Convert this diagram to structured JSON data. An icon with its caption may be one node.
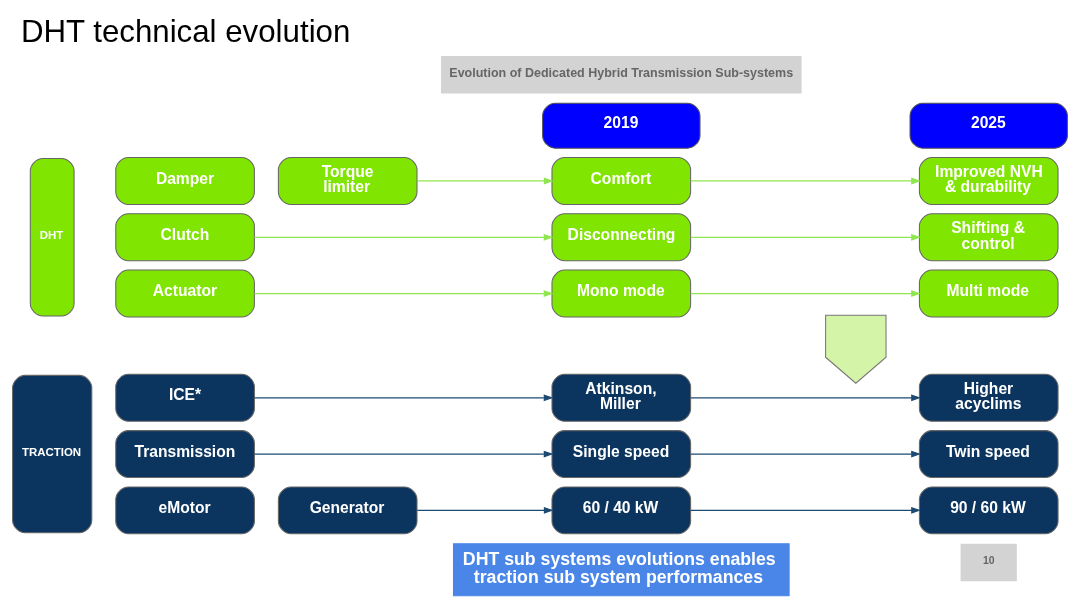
{
  "diagram": {
    "title": "DHT technical evolution",
    "nodes": [
      {
        "text": [
          "2019"
        ]
      },
      {
        "text": [
          "2025"
        ]
      },
      {
        "text": [
          "DHT"
        ]
      },
      {
        "text": [
          "Damper"
        ]
      },
      {
        "text": [
          "Torque limiter"
        ]
      },
      {
        "text": [
          "Comfort"
        ]
      },
      {
        "text": [],
        "shape": "arrow"
      },
      {
        "text": [
          "Improved NVH & durability"
        ]
      },
      {
        "text": [
          "Clutch"
        ]
      },
      {
        "text": [
          "Disconnecting"
        ]
      },
      {
        "text": [
          "Shifting & control"
        ]
      },
      {
        "text": [
          "Actuator"
        ]
      },
      {
        "text": [
          "Mono mode"
        ]
      },
      {
        "text": [
          "Multi mode"
        ]
      },
      {
        "text": [
          "TRACTION"
        ]
      },
      {
        "text": [
          "ICE*"
        ]
      },
      {
        "text": [
          "Atkinson, Miller"
        ]
      },
      {
        "text": [
          "Higher acyclims"
        ]
      },
      {
        "text": [
          "Transmission"
        ]
      },
      {
        "text": [
          "Single speed"
        ]
      },
      {
        "text": [
          "Twin speed"
        ]
      },
      {
        "text": [
          "eMotor"
        ]
      },
      {
        "text": [
          "Generator"
        ]
      },
      {
        "text": [
          "60 / 40 kW"
        ]
      },
      {
        "text": [
          "90 / 60 kW"
        ]
      },
      {
        "text": [
          "DHT sub systems evolutions enables traction sub system performances"
        ]
      }
    ],
    "edges": [
      {
        "from": 4,
        "to": 5,
        "arrow": "to",
        "color": "#8fe650"
      },
      {
        "from": 5,
        "to": 7,
        "arrow": "to",
        "color": "#8fe650"
      },
      {
        "from": 8,
        "to": 9,
        "arrow": "to",
        "color": "#8fe650"
      },
      {
        "from": 9,
        "to": 10,
        "arrow": "to",
        "color": "#8fe650"
      },
      {
        "from": 11,
        "to": 12,
        "arrow": "to",
        "color": "#8fe650"
      },
      {
        "from": 12,
        "to": 13,
        "arrow": "to",
        "color": "#8fe650"
      },
      {
        "from": 15,
        "to": 16,
        "arrow": "to",
        "color": "#1d4a72"
      },
      {
        "from": 16,
        "to": 17,
        "arrow": "to",
        "color": "#1d4a72"
      },
      {
        "from": 18,
        "to": 19,
        "arrow": "to",
        "color": "#1d4a72"
      },
      {
        "from": 19,
        "to": 20,
        "arrow": "to",
        "color": "#1d4a72"
      },
      {
        "from": 22,
        "to": 23,
        "arrow": "to",
        "color": "#1d4a72"
      },
      {
        "from": 23,
        "to": 24,
        "arrow": "to",
        "color": "#1d4a72"
      }
    ],
    "labels": [
      "Evolution of Dedicated Hybrid Transmission Sub-systems",
      "10"
    ]
  }
}
